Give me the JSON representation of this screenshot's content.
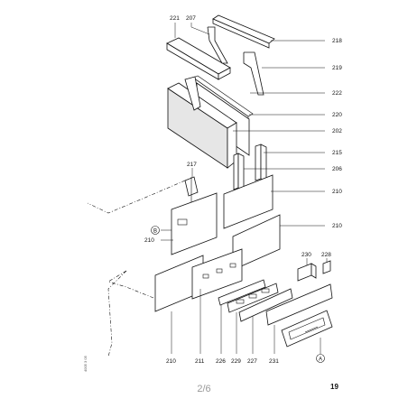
{
  "callouts": {
    "c221": "221",
    "c207": "207",
    "c218": "218",
    "c219": "219",
    "c222": "222",
    "c220": "220",
    "c202": "202",
    "c215": "215",
    "c206": "206",
    "c217": "217",
    "c210a": "210",
    "c210b": "210",
    "c210c": "210",
    "c210d": "210",
    "c230": "230",
    "c228": "228",
    "c211": "211",
    "c226": "226",
    "c229": "229",
    "c227": "227",
    "c231": "231",
    "mB": "B",
    "mA": "A"
  },
  "side_code": "4005 3 05",
  "page_indicator": "2/6",
  "page_number": "19"
}
